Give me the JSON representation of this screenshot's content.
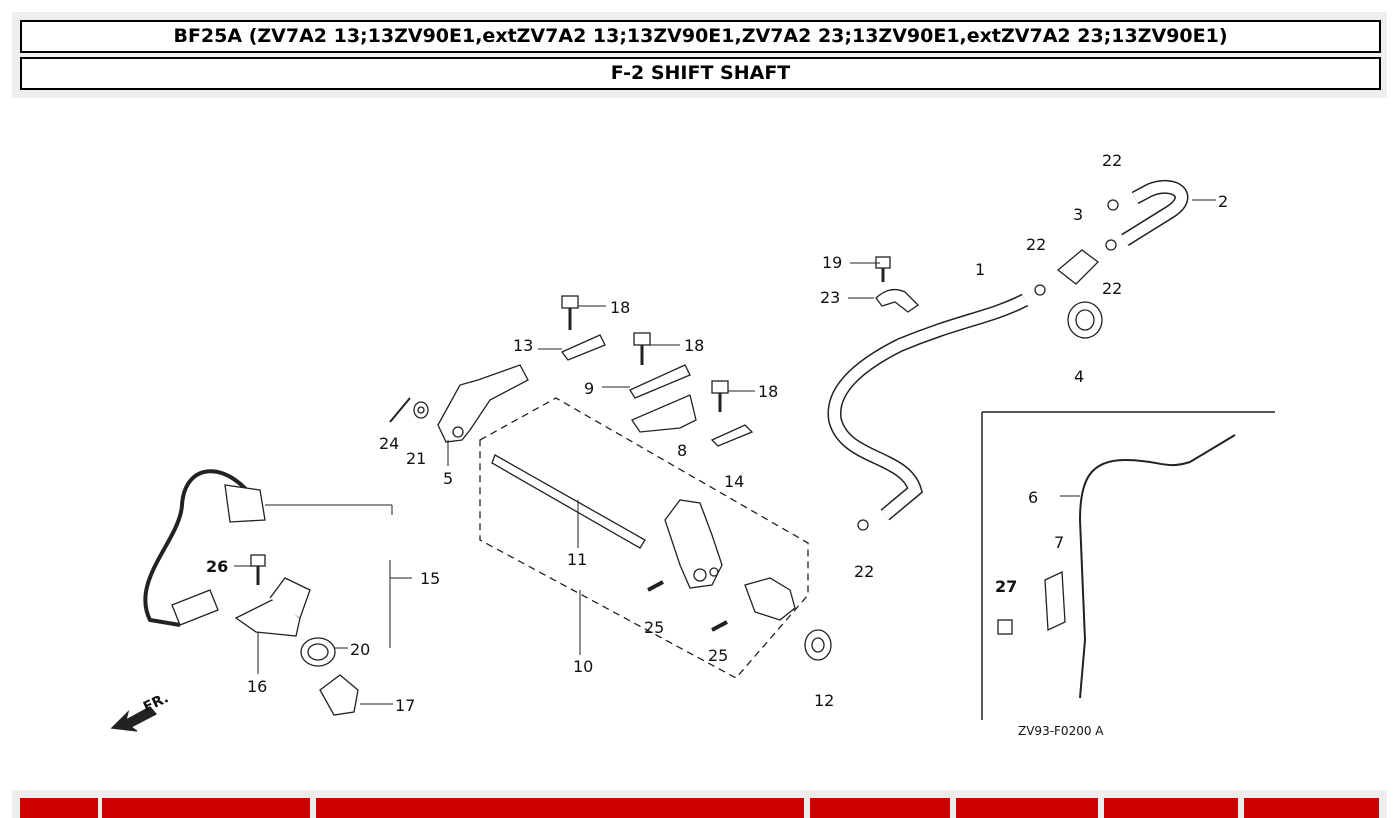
{
  "header": {
    "model_line": "BF25A (ZV7A2 13;13ZV90E1,extZV7A2 13;13ZV90E1,ZV7A2 23;13ZV90E1,extZV7A2 23;13ZV90E1)",
    "section_title": "F-2 SHIFT SHAFT"
  },
  "diagram": {
    "drawing_code": "ZV93-F0200 A",
    "front_label": "FR.",
    "callouts": {
      "c1": "1",
      "c2": "2",
      "c3": "3",
      "c4": "4",
      "c5": "5",
      "c6": "6",
      "c7": "7",
      "c8": "8",
      "c9": "9",
      "c10": "10",
      "c11": "11",
      "c12": "12",
      "c13": "13",
      "c14": "14",
      "c15": "15",
      "c16": "16",
      "c17": "17",
      "c18a": "18",
      "c18b": "18",
      "c18c": "18",
      "c19": "19",
      "c20": "20",
      "c21": "21",
      "c22a": "22",
      "c22b": "22",
      "c22c": "22",
      "c22d": "22",
      "c23": "23",
      "c24": "24",
      "c25a": "25",
      "c25b": "25",
      "c26": "26",
      "c27": "27"
    }
  },
  "colors": {
    "table_header": "#cc0000",
    "header_bg": "#eeeeee"
  }
}
